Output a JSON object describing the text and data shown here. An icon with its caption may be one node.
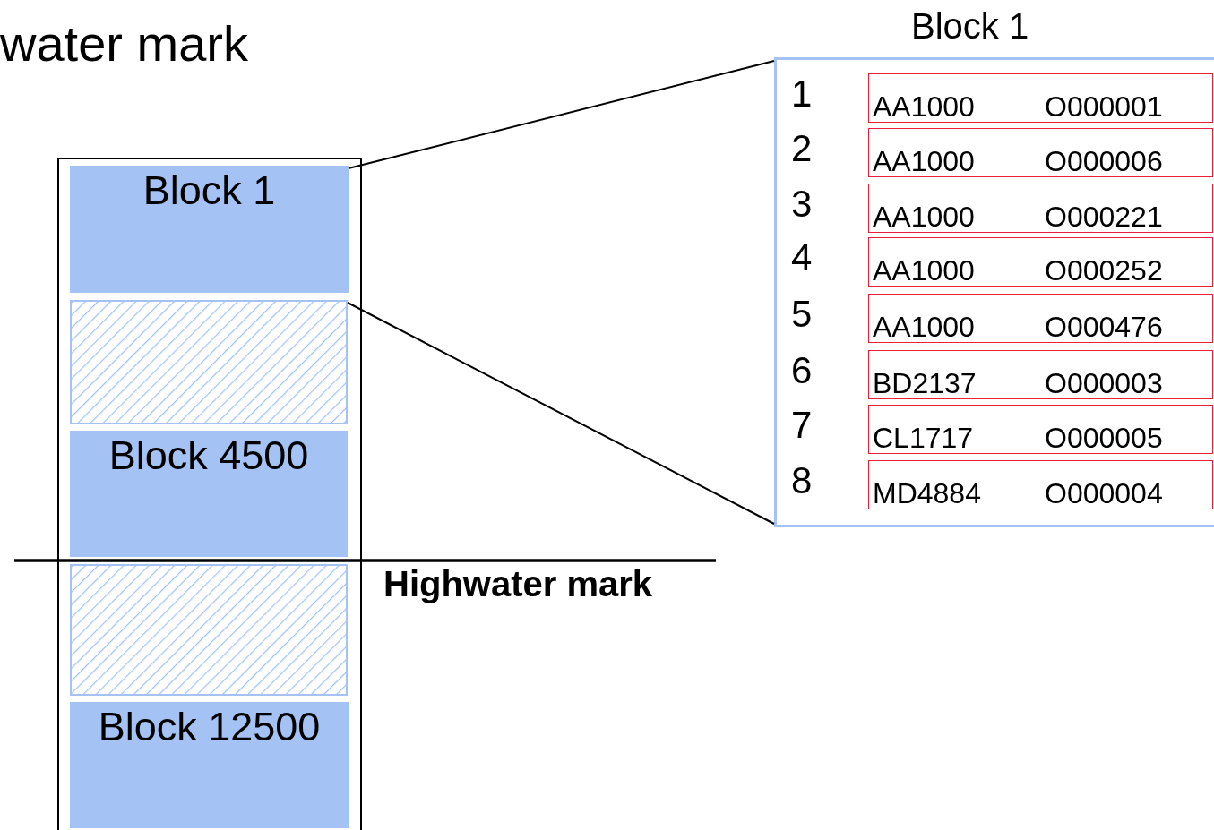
{
  "diagram": {
    "title": "water mark",
    "nodes": [
      {
        "text": [],
        "shape": "box"
      },
      {
        "text": [
          "Block 1"
        ],
        "in": 0
      },
      {
        "text": [],
        "shape": "box",
        "in": 0
      },
      {
        "text": [
          "Block 4500"
        ],
        "in": 0
      },
      {
        "text": [],
        "shape": "box",
        "in": 0
      },
      {
        "text": [
          "Block 12500"
        ],
        "in": 0
      },
      {
        "text": [
          "Block 1"
        ]
      },
      {
        "text": [
          "AA1000",
          "O000001"
        ],
        "in": 6,
        "beside": [
          "1"
        ]
      },
      {
        "text": [
          "AA1000",
          "O000006"
        ],
        "in": 6,
        "beside": [
          "2"
        ]
      },
      {
        "text": [
          "AA1000",
          "O000221"
        ],
        "in": 6,
        "beside": [
          "3"
        ]
      },
      {
        "text": [
          "AA1000",
          "O000252"
        ],
        "in": 6,
        "beside": [
          "4"
        ]
      },
      {
        "text": [
          "AA1000",
          "O000476"
        ],
        "in": 6,
        "beside": [
          "5"
        ]
      },
      {
        "text": [
          "BD2137",
          "O000003"
        ],
        "in": 6,
        "beside": [
          "6"
        ]
      },
      {
        "text": [
          "CL1717",
          "O000005"
        ],
        "in": 6,
        "beside": [
          "7"
        ]
      },
      {
        "text": [
          "MD4884",
          "O000004"
        ],
        "in": 6,
        "beside": [
          "8"
        ]
      }
    ],
    "edges": [
      {
        "from": 1,
        "to": 6,
        "arrow": "none"
      },
      {
        "from": 2,
        "to": 6,
        "arrow": "none"
      }
    ],
    "labels": [
      "Highwater mark"
    ]
  }
}
